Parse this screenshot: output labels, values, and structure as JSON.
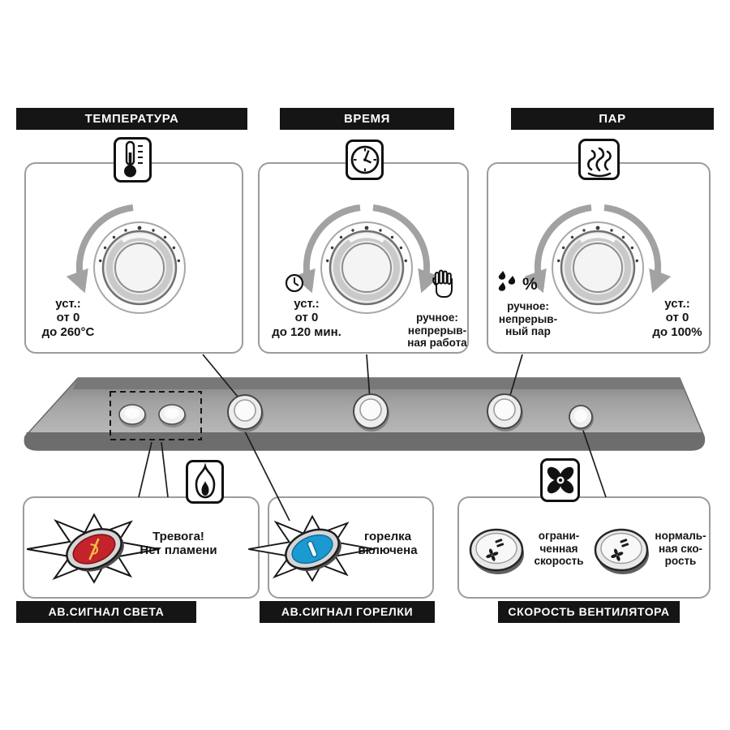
{
  "sections": {
    "temperature": {
      "title": "ТЕМПЕРАТУРА",
      "set_text": "уст.:\nот 0\nдо 260°C"
    },
    "time": {
      "title": "ВРЕМЯ",
      "set_text": "уст.:\nот 0\nдо 120 мин.",
      "manual_text": "ручное:\nнепрерыв-\nная работа"
    },
    "steam": {
      "title": "ПАР",
      "manual_text": "ручное:\nнепрерыв-\nный пар",
      "set_text": "уст.:\nот 0\nдо 100%",
      "percent_symbol": "%"
    },
    "light_alarm": {
      "title": "АВ.СИГНАЛ СВЕТА",
      "text": "Тревога!\nНет пламени"
    },
    "burner_alarm": {
      "title": "АВ.СИГНАЛ ГОРЕЛКИ",
      "text": "горелка\nвключена"
    },
    "fan_speed": {
      "title": "СКОРОСТЬ ВЕНТИЛЯТОРА",
      "limited_text": "ограни-\nченная\nскорость",
      "normal_text": "нормаль-\nная ско-\nрость"
    }
  },
  "colors": {
    "alarm_lamp": "#c4232b",
    "burner_lamp": "#1b9ad2",
    "panel_border": "#9c9c9c",
    "title_bar_bg": "#151515",
    "strip_gray": "#9a9a9a"
  }
}
